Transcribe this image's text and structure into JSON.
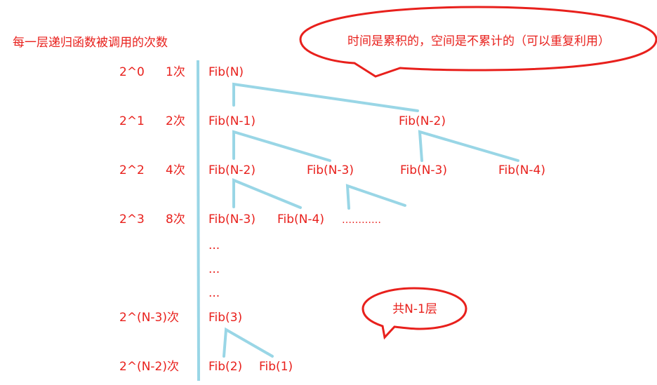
{
  "title": "每一层递归函数被调用的次数",
  "callout_top": "时间是累积的，空间是不累计的（可以重复利用）",
  "callout_bottom": "共N-1层",
  "colors": {
    "text": "#e8201c",
    "line": "#99d6e6",
    "ellipse": "#e8201c"
  },
  "levels": [
    {
      "power": "2^0",
      "count": "1次"
    },
    {
      "power": "2^1",
      "count": "2次"
    },
    {
      "power": "2^2",
      "count": "4次"
    },
    {
      "power": "2^3",
      "count": "8次"
    },
    {
      "power": "2^(N-3)次",
      "count": ""
    },
    {
      "power": "2^(N-2)次",
      "count": ""
    }
  ],
  "nodes": {
    "fib_n": "Fib(N)",
    "fib_n1": "Fib(N-1)",
    "fib_n2_top": "Fib(N-2)",
    "l2_a": "Fib(N-2)",
    "l2_b": "Fib(N-3)",
    "l2_c": "Fib(N-3)",
    "l2_d": "Fib(N-4)",
    "l3_a": "Fib(N-3)",
    "l3_b": "Fib(N-4)",
    "l3_dots": "…………",
    "dots1": "...",
    "dots2": "...",
    "dots3": "...",
    "fib3": "Fib(3)",
    "fib2": "Fib(2)",
    "fib1": "Fib(1)"
  }
}
